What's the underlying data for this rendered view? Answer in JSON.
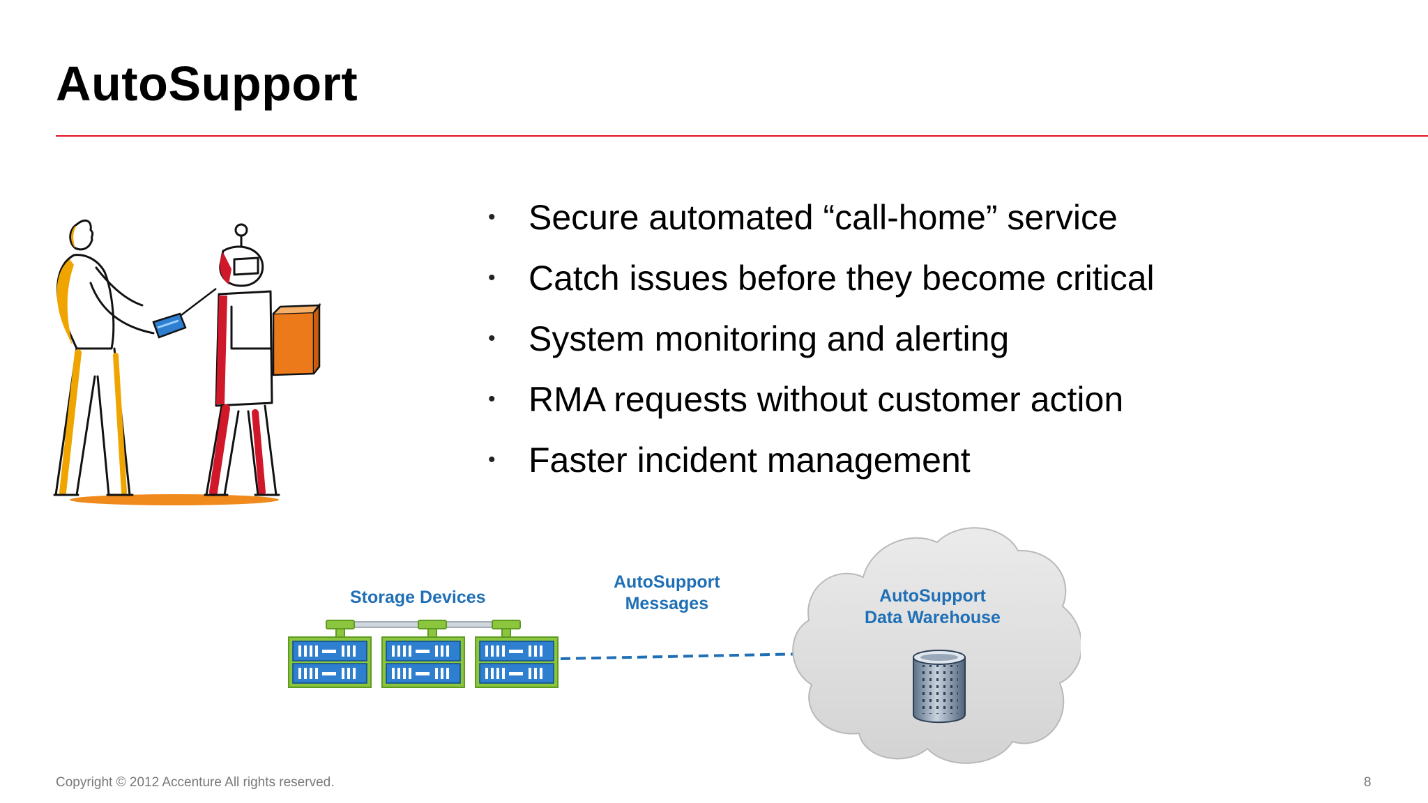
{
  "slide": {
    "title": "AutoSupport",
    "bullets": [
      "Secure automated “call-home” service",
      "Catch issues before they become critical",
      "System monitoring and alerting",
      "RMA requests without customer action",
      "Faster incident management"
    ],
    "diagram": {
      "storage_label": "Storage Devices",
      "messages_label_line1": "AutoSupport",
      "messages_label_line2": "Messages",
      "warehouse_label_line1": "AutoSupport",
      "warehouse_label_line2": "Data Warehouse"
    },
    "footer": {
      "copyright": "Copyright © 2012 Accenture  All rights reserved.",
      "page_number": "8"
    }
  },
  "colors": {
    "accent_red": "#e0101e",
    "label_blue": "#1f6fb6",
    "server_blue": "#2e7fd0",
    "server_green": "#8cc63f",
    "figure_orange": "#f0a400",
    "robot_red": "#d0182a"
  }
}
